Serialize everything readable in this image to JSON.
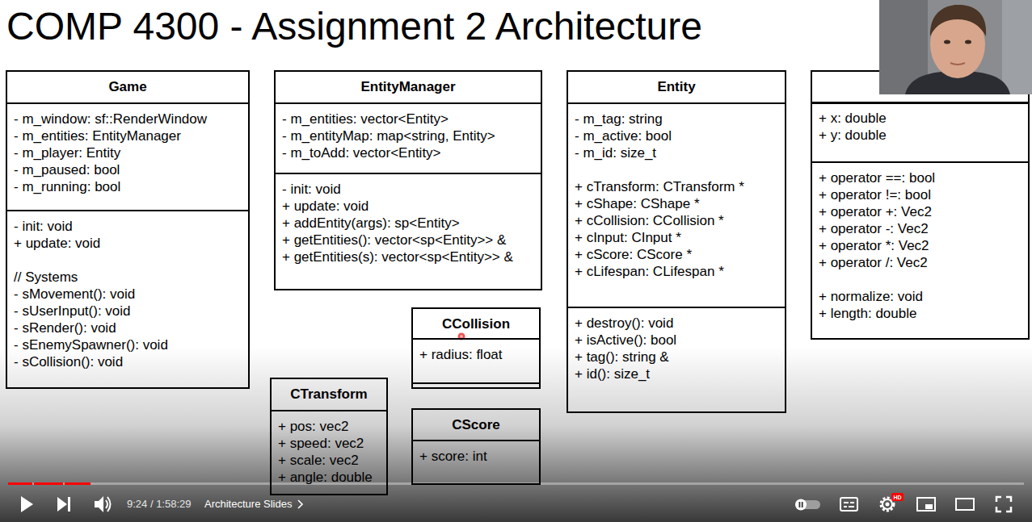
{
  "diagram": {
    "title": "COMP 4300 - Assignment 2 Architecture",
    "nodes": [
      {
        "text": [
          "Game",
          "- m_window: sf::RenderWindow",
          "- m_entities: EntityManager",
          "- m_player: Entity",
          "- m_paused: bool",
          "- m_running: bool",
          "- init: void",
          "+ update: void",
          "// Systems",
          "- sMovement(): void",
          "- sUserInput(): void",
          "- sRender(): void",
          "- sEnemySpawner(): void",
          "- sCollision(): void"
        ]
      },
      {
        "text": [
          "EntityManager",
          "- m_entities: vector<Entity>",
          "- m_entityMap: map<string, Entity>",
          "- m_toAdd: vector<Entity>",
          "- init: void",
          "+ update: void",
          "+ addEntity(args): sp<Entity>",
          "+ getEntities(): vector<sp<Entity>> &",
          "+ getEntities(s): vector<sp<Entity>> &"
        ]
      },
      {
        "text": [
          "Entity",
          "- m_tag: string",
          "- m_active: bool",
          "- m_id: size_t",
          "+ cTransform: CTransform *",
          "+ cShape: CShape *",
          "+ cCollision: CCollision *",
          "+ cInput: CInput *",
          "+ cScore: CScore *",
          "+ cLifespan: CLifespan *",
          "+ destroy(): void",
          "+ isActive(): bool",
          "+ tag(): string &",
          "+ id(): size_t"
        ]
      },
      {
        "text": [
          "+ x: double",
          "+ y: double",
          "+ operator ==: bool",
          "+ operator !=: bool",
          "+ operator +: Vec2",
          "+ operator -: Vec2",
          "+ operator *: Vec2",
          "+ operator /: Vec2",
          "+ normalize: void",
          "+ length: double"
        ]
      },
      {
        "text": [
          "CCollision",
          "+ radius: float"
        ]
      },
      {
        "text": [
          "CTransform",
          "+ pos: vec2",
          "+ speed: vec2",
          "+ scale: vec2",
          "+ angle: double"
        ]
      },
      {
        "text": [
          "CScore",
          "+ score: int"
        ]
      }
    ],
    "labels": [
      "9:24 / 1:58:29",
      "Architecture Slides",
      "HD"
    ]
  }
}
